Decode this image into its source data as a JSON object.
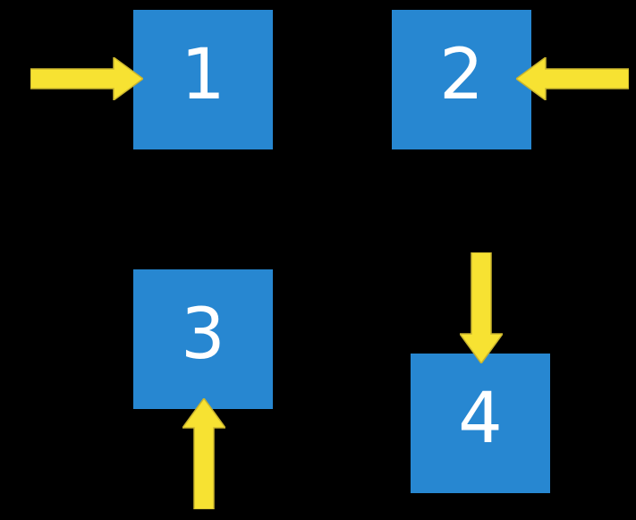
{
  "colors": {
    "background": "#000000",
    "box": "#2787D1",
    "box_label": "#FFFFFF",
    "arrow": "#F7E232",
    "arrow_outline": "#C9B42E"
  },
  "boxes": [
    {
      "label": "1"
    },
    {
      "label": "2"
    },
    {
      "label": "3"
    },
    {
      "label": "4"
    }
  ],
  "arrows": [
    {
      "direction": "right",
      "points_to_box": "1"
    },
    {
      "direction": "left",
      "points_to_box": "2"
    },
    {
      "direction": "up",
      "points_to_box": "3"
    },
    {
      "direction": "down",
      "points_to_box": "4"
    }
  ]
}
